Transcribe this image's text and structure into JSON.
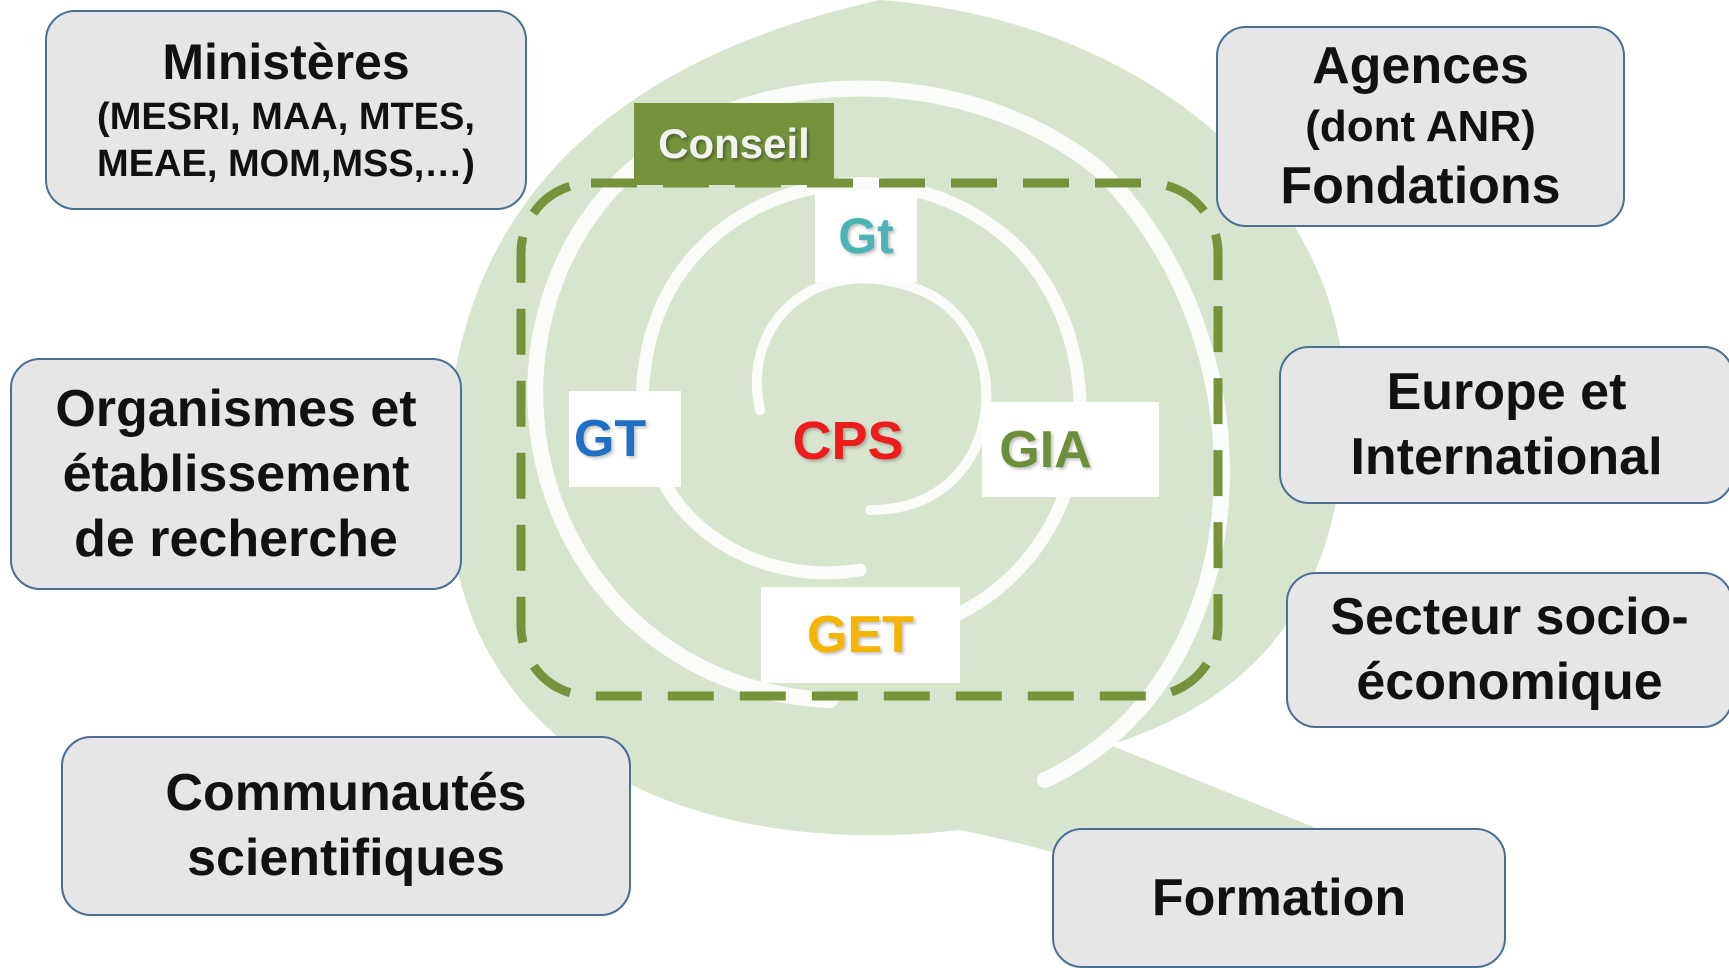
{
  "colors": {
    "box_fill": "#e6e6e6",
    "box_border": "#4a6e94",
    "dash": "#76933c",
    "conseil_fill": "#76933c",
    "spiral": "#c9dcbd",
    "gt_upper": "#1f6fc5",
    "gt_lower": "#4bb4b4",
    "cps": "#ee1c1c",
    "gia": "#6d8f3a",
    "get": "#f5b400"
  },
  "boxes": {
    "ministeres": {
      "lines": [
        "Ministères",
        "(MESRI, MAA, MTES,",
        "MEAE, MOM,MSS,…)"
      ]
    },
    "agences": {
      "lines": [
        "Agences",
        "(dont ANR)",
        "Fondations"
      ]
    },
    "organismes": {
      "lines": [
        "Organismes et",
        "établissement",
        "de recherche"
      ]
    },
    "europe": {
      "lines": [
        "Europe et",
        "International"
      ]
    },
    "secteur": {
      "lines": [
        "Secteur socio-",
        "économique"
      ]
    },
    "communautes": {
      "lines": [
        "Communautés",
        "scientifiques"
      ]
    },
    "formation": {
      "lines": [
        "Formation"
      ]
    }
  },
  "center": {
    "conseil": "Conseil",
    "gt_lower": "Gt",
    "gt_upper": "GT",
    "cps": "CPS",
    "gia": "GIA",
    "get": "GET"
  }
}
